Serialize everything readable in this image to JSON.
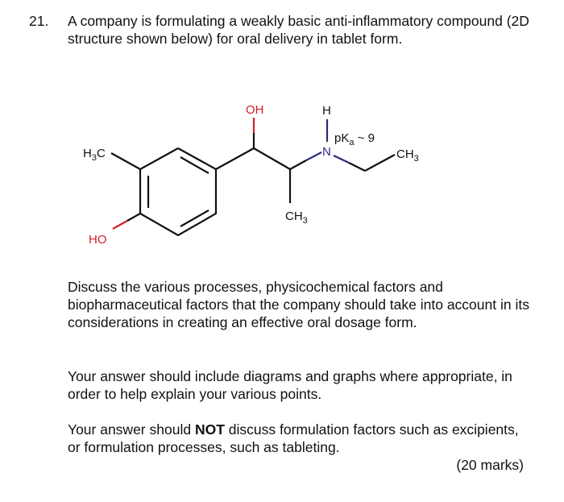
{
  "question": {
    "number": "21.",
    "intro": "A company is formulating a weakly basic anti-inflammatory compound (2D structure shown below) for oral delivery in tablet form.",
    "discuss": "Discuss the various processes, physicochemical factors and biopharmaceutical factors that the company should take into account in its considerations in creating an effective oral dosage form.",
    "diagrams": "Your answer should include diagrams and graphs where appropriate, in order to help explain your various points.",
    "not_prefix": "Your answer should ",
    "not_bold": "NOT",
    "not_suffix": " discuss formulation factors such as excipients, or formulation processes, such as tableting.",
    "marks": "(20 marks)"
  },
  "structure": {
    "labels": {
      "methyl_left_H": "H",
      "methyl_left_sub": "3",
      "methyl_left_C": "C",
      "phenol_oh": "HO",
      "alcohol_oh": "OH",
      "amine_h": "H",
      "amine_n": "N",
      "pka_p": "pK",
      "pka_sub": "a",
      "pka_value": " ~ 9",
      "methyl_bottom_C": "CH",
      "methyl_bottom_sub": "3",
      "methyl_right_C": "CH",
      "methyl_right_sub": "3"
    },
    "colors": {
      "bond": "#111111",
      "oxygen": "#d0202a",
      "nitrogen": "#2b2c7a"
    }
  }
}
